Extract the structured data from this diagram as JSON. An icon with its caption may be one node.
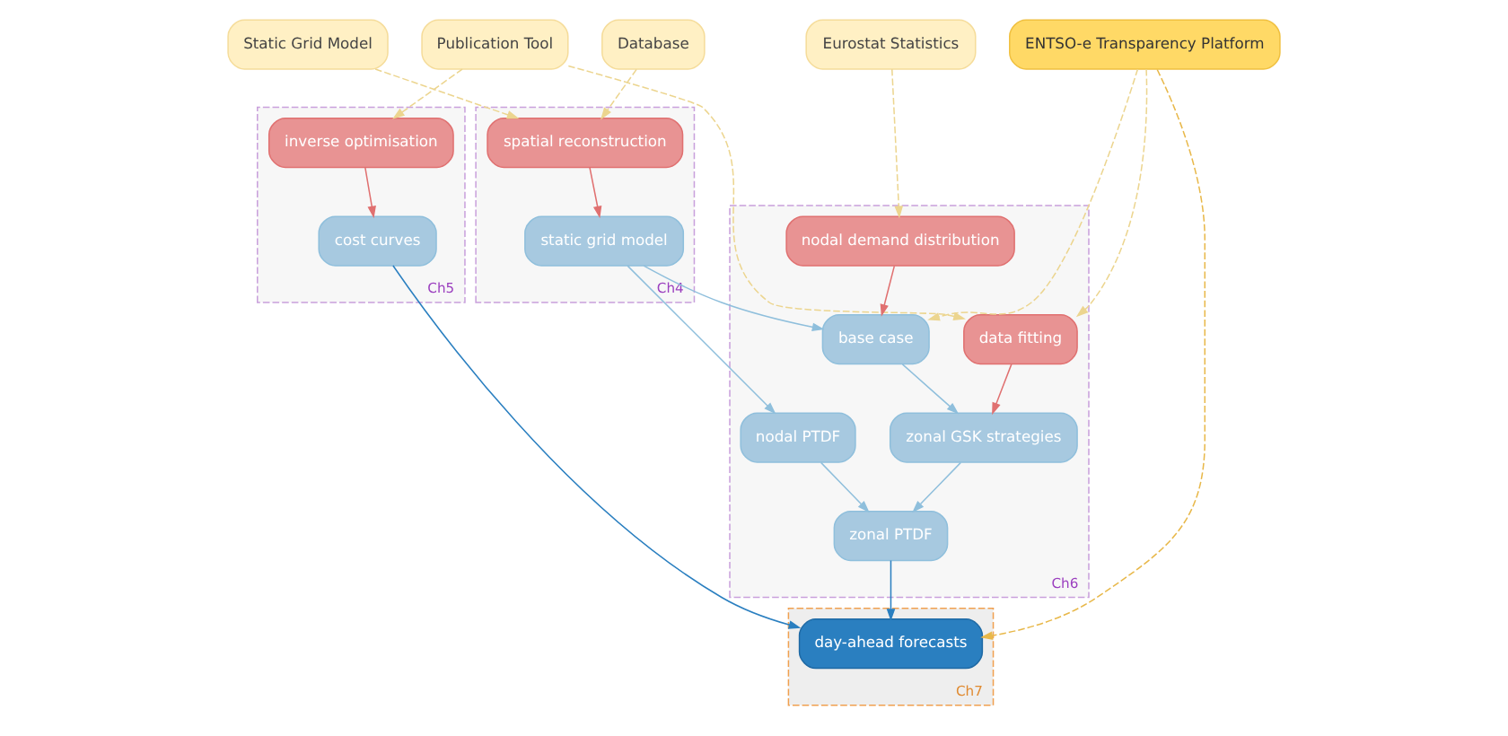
{
  "diagram": {
    "nodes": [
      {
        "text": [
          "Eurostat Statistics"
        ]
      },
      {
        "text": [
          "ENTSO-e Transparency Platform"
        ]
      },
      {
        "text": [
          "Database"
        ]
      },
      {
        "text": [
          "Static Grid Model"
        ]
      },
      {
        "text": [
          "Publication Tool"
        ]
      },
      {
        "text": [
          "Ch4"
        ]
      },
      {
        "text": [
          "static grid model"
        ],
        "in": 5
      },
      {
        "text": [
          "spatial reconstruction"
        ],
        "in": 5
      },
      {
        "text": [
          "Ch6"
        ]
      },
      {
        "text": [
          "data fitting"
        ],
        "in": 8
      },
      {
        "text": [
          "nodal PTDF"
        ],
        "in": 8
      },
      {
        "text": [
          "nodal demand distribution"
        ],
        "in": 8
      },
      {
        "text": [
          "base case"
        ],
        "in": 8
      },
      {
        "text": [
          "zonal GSK strategies"
        ],
        "in": 8
      },
      {
        "text": [
          "zonal PTDF"
        ],
        "in": 8
      },
      {
        "text": [
          "Ch5"
        ]
      },
      {
        "text": [
          "inverse optimisation"
        ],
        "in": 15
      },
      {
        "text": [
          "cost curves"
        ],
        "in": 15
      },
      {
        "text": [
          "Ch7"
        ]
      },
      {
        "text": [
          "day-ahead forecasts"
        ],
        "in": 18
      }
    ],
    "edges": [
      {
        "from": 0,
        "to": 11,
        "arrow": "to",
        "style": "dashed"
      },
      {
        "from": 1,
        "to": 12,
        "arrow": "to",
        "style": "dashed"
      },
      {
        "from": 1,
        "to": 9,
        "arrow": "to",
        "style": "dashed"
      },
      {
        "from": 1,
        "to": 19,
        "arrow": "to",
        "style": "dashed",
        "color": "#e8b84a"
      },
      {
        "from": 2,
        "to": 7,
        "arrow": "to",
        "style": "dashed"
      },
      {
        "from": 3,
        "to": 7,
        "arrow": "to",
        "style": "dashed"
      },
      {
        "from": 4,
        "to": 16,
        "arrow": "to",
        "style": "dashed"
      },
      {
        "from": 4,
        "to": 9,
        "arrow": "to",
        "style": "dashed"
      },
      {
        "from": 7,
        "to": 6,
        "arrow": "to",
        "color": "#e07070"
      },
      {
        "from": 6,
        "to": 12,
        "arrow": "to",
        "color": "#8fbfdc"
      },
      {
        "from": 6,
        "to": 10,
        "arrow": "to",
        "color": "#8fbfdc"
      },
      {
        "from": 10,
        "to": 14,
        "arrow": "to",
        "color": "#8fbfdc"
      },
      {
        "from": 11,
        "to": 12,
        "arrow": "to",
        "color": "#e07070"
      },
      {
        "from": 12,
        "to": 13,
        "arrow": "to",
        "color": "#8fbfdc"
      },
      {
        "from": 9,
        "to": 13,
        "arrow": "to",
        "color": "#e07070"
      },
      {
        "from": 13,
        "to": 14,
        "arrow": "to",
        "color": "#8fbfdc"
      },
      {
        "from": 16,
        "to": 17,
        "arrow": "to",
        "color": "#e07070"
      },
      {
        "from": 14,
        "to": 19,
        "arrow": "to",
        "color": "#2a7fc0"
      },
      {
        "from": 17,
        "to": 19,
        "arrow": "to",
        "color": "#2a7fc0"
      }
    ]
  }
}
